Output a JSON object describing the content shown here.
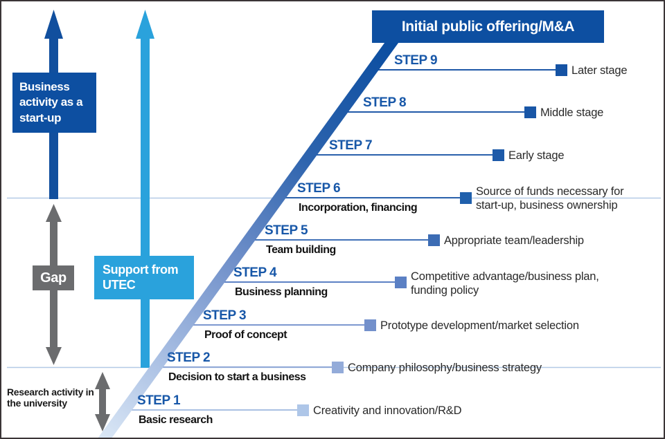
{
  "banner": {
    "label": "Initial public offering/M&A"
  },
  "zones": {
    "startup_label": "Business activity as a start-up",
    "gap_label": "Gap",
    "utec_label": "Support from UTEC",
    "research_label": "Research activity in the university"
  },
  "steps": [
    {
      "name": "STEP 1",
      "sublabel": "Basic research",
      "description": "Creativity and innovation/R&D",
      "color": "#aec6e8",
      "line_color": "#a9c0e2"
    },
    {
      "name": "STEP 2",
      "sublabel": "Decision to start a business",
      "description": "Company philosophy/business strategy",
      "color": "#93abd9",
      "line_color": "#8fa8d7"
    },
    {
      "name": "STEP 3",
      "sublabel": "Proof of concept",
      "description": "Prototype development/market selection",
      "color": "#7390cb",
      "line_color": "#7c97cf"
    },
    {
      "name": "STEP 4",
      "sublabel": "Business planning",
      "description": "Competitive advantage/business plan, funding policy",
      "color": "#5b80c4",
      "line_color": "#5b80c4"
    },
    {
      "name": "STEP 5",
      "sublabel": "Team building",
      "description": "Appropriate team/leadership",
      "color": "#3c6cb4",
      "line_color": "#4070b7"
    },
    {
      "name": "STEP 6",
      "sublabel": "Incorporation, financing",
      "description": "Source of funds necessary for start-up, business ownership",
      "color": "#2060ac",
      "line_color": "#2d63ad"
    },
    {
      "name": "STEP 7",
      "sublabel": "",
      "description": "Early stage",
      "color": "#1d5aa9",
      "line_color": "#2a60ab"
    },
    {
      "name": "STEP 8",
      "sublabel": "",
      "description": "Middle stage",
      "color": "#1956a6",
      "line_color": "#2059a8"
    },
    {
      "name": "STEP 9",
      "sublabel": "",
      "description": "Later stage",
      "color": "#1553a4",
      "line_color": "#1d57a7"
    }
  ],
  "palette": {
    "banner_blue": "#0d4fa1",
    "startup_box_blue": "#0d4fa1",
    "dark_arrow_blue": "#114f9e",
    "utec_cyan": "#2aa2dc",
    "gray": "#6b6c6e",
    "zone_line": "#b3c9e6",
    "step_label_blue": "#1757a8"
  }
}
